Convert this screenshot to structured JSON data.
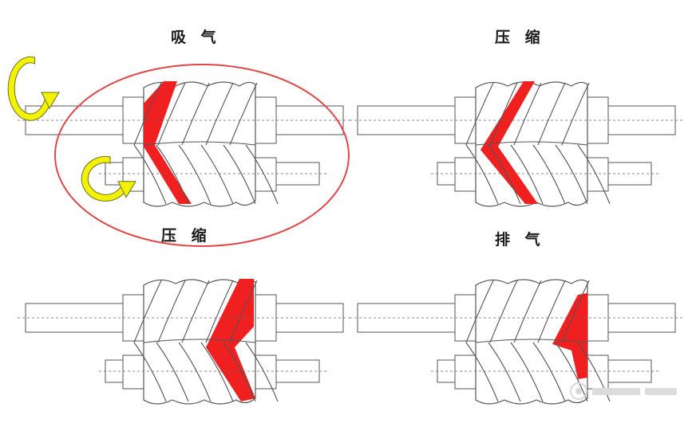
{
  "labels": {
    "suction": "吸 气",
    "compression_top": "压 缩",
    "compression_bottom": "压 缩",
    "discharge": "排 气"
  },
  "colors": {
    "chamber": "#f02020",
    "arrow": "#f3f300",
    "arrow_stroke": "#6f6f2a",
    "ellipse": "#e04848",
    "line": "#555555"
  },
  "panels": [
    {
      "name": "suction",
      "highlight": "suction",
      "rotation_arrows": true,
      "ellipse": true
    },
    {
      "name": "compression",
      "highlight": "compression-1"
    },
    {
      "name": "compression",
      "highlight": "compression-2"
    },
    {
      "name": "discharge",
      "highlight": "discharge"
    }
  ]
}
